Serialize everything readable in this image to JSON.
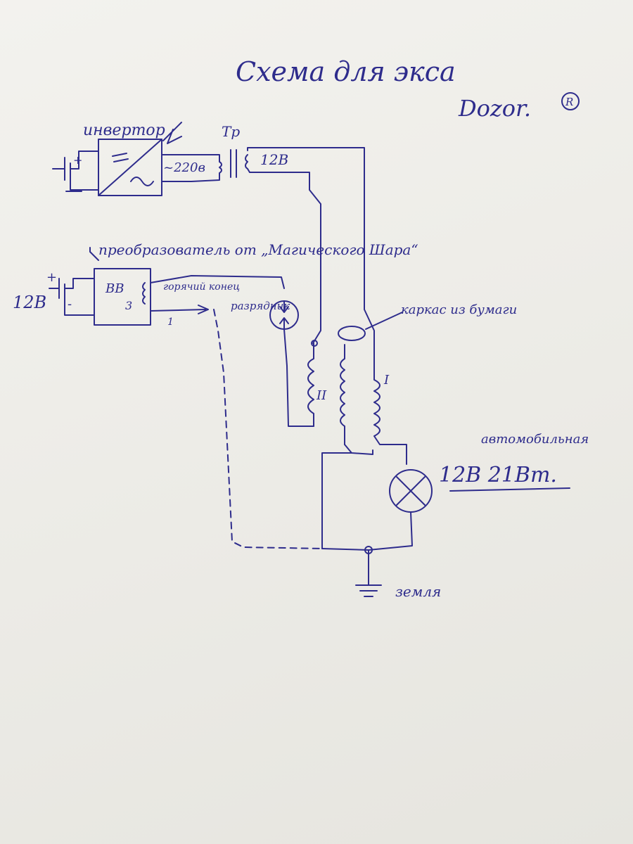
{
  "diagram": {
    "title": "Схема для экса",
    "subtitle": "Dozor.",
    "registered_mark": "R",
    "labels": {
      "inverter": "инвертор",
      "ac_output": "~220в",
      "transformer": "Тр",
      "transformer_secondary": "12В",
      "converter": "преобразователь от „Магического Шара“",
      "battery_voltage": "12В",
      "battery_plus": "+",
      "battery_minus": "-",
      "inverter_plus": "+",
      "hv_output": "ВВ",
      "hv_output_digit": "3",
      "hot_wire": "горячий конец",
      "cold_wire": "1",
      "spark_gap": "разрядник",
      "paper_frame": "каркас из бумаги",
      "coil_two": "II",
      "coil_one": "I",
      "lamp_type": "автомобильная",
      "lamp_rating": "12В 21Вт.",
      "ground": "земля"
    },
    "colors": {
      "ink": "#2e2c8c",
      "paper": "#efeeea"
    }
  }
}
